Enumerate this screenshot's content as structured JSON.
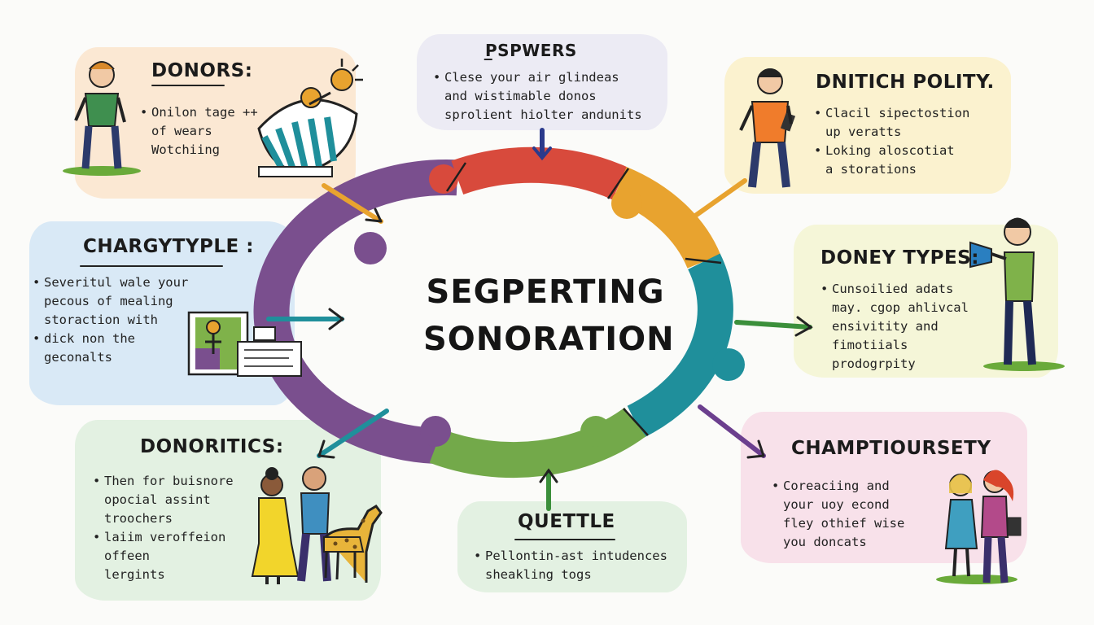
{
  "center": {
    "line1": "SEGPERTING",
    "line2": "SONORATION"
  },
  "cards": {
    "donors": {
      "title": "DONORS:",
      "bullets": [
        [
          "Onilon tage ++",
          "of wears",
          "Wotchiing"
        ]
      ]
    },
    "top": {
      "title": "P̲SPWERS",
      "bullets": [
        [
          "Clese your air glindeas",
          "and wistimable donos",
          "sprolient hiolter andunits"
        ]
      ]
    },
    "dnitich": {
      "title": "DNITICH POLITY.",
      "bullets": [
        [
          "Clacil sipectostion",
          "up veratts"
        ],
        [
          "Loking aloscotiat",
          "a storations"
        ]
      ]
    },
    "chargy": {
      "title": "CHARGYTYPLE :",
      "bullets": [
        [
          "Severitul wale your",
          "pecous of mealing",
          "storaction with"
        ],
        [
          "dick non the",
          "geconalts"
        ]
      ]
    },
    "doney": {
      "title": "DONEY TYPES:",
      "bullets": [
        [
          "Cunsoilied adats",
          "may. cgop ahlivcal",
          "ensivitity and",
          "fimotiials",
          "prodogrpity"
        ]
      ]
    },
    "donoritics": {
      "title": "DONORITICS:",
      "bullets": [
        [
          "Then for buisnore",
          "opocial assint",
          "troochers"
        ],
        [
          "laiim veroffeion",
          "offeen",
          "lergints"
        ]
      ]
    },
    "quettle": {
      "title": "QUETTLE",
      "bullets": [
        [
          "Pellontin-ast intudences",
          "sheakling togs"
        ]
      ]
    },
    "champ": {
      "title": "CHAMPTIOURSETY",
      "bullets": [
        [
          "Coreaciing and",
          "your uoy econd",
          "fley othief wise",
          "you doncats"
        ]
      ]
    }
  },
  "colors": {
    "ring_purple": "#7a4f8e",
    "ring_red": "#d84a3c",
    "ring_orange": "#e8a32f",
    "ring_teal": "#1f8f9b",
    "ring_green": "#73a94a",
    "card_peach": "#fbe8d3",
    "card_lavender": "#ecebf4",
    "card_cream": "#fbf2cf",
    "card_blue": "#d9e9f6",
    "card_lightyellow": "#f5f6d8",
    "card_mint": "#e3f1e2",
    "card_pink": "#f8e1ea"
  },
  "icons": [
    "person-green-icon",
    "fan-icon",
    "sparkle-icon",
    "person-orange-phone-icon",
    "document-picture-icon",
    "person-megaphone-icon",
    "couple-icon",
    "giraffe-icon",
    "two-women-icon"
  ]
}
